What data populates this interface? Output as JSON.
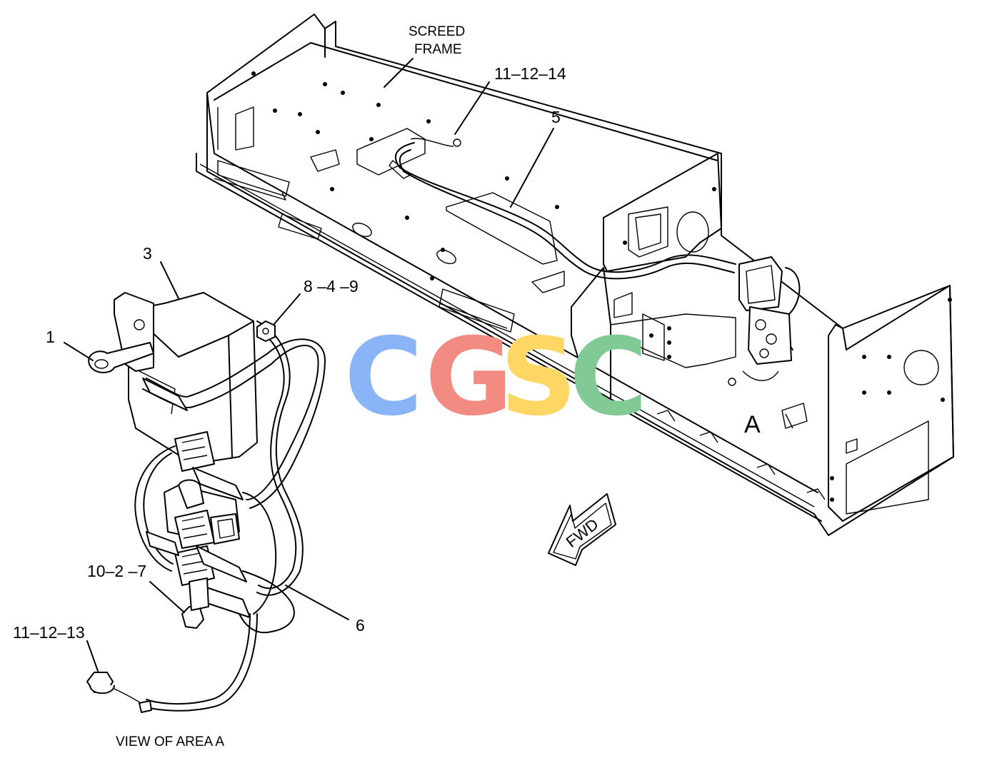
{
  "labels": {
    "screed_frame_line1": "SCREED",
    "screed_frame_line2": "FRAME",
    "ref_11_12_14": "11–12–14",
    "ref_5": "5",
    "ref_3": "3",
    "ref_8_4_9": "8 –4 –9",
    "ref_1": "1",
    "ref_10_2_7": "10–2 –7",
    "ref_6": "6",
    "ref_11_12_13": "11–12–13",
    "area_a": "A",
    "view_caption": "VIEW OF AREA  A",
    "fwd": "FWD"
  },
  "watermark": {
    "letters": [
      "C",
      "G",
      "S",
      "C"
    ],
    "colors": [
      "#8ab4f8",
      "#f28b82",
      "#fdd663",
      "#81c995"
    ]
  },
  "colors": {
    "line": "#000000",
    "background": "#ffffff"
  }
}
